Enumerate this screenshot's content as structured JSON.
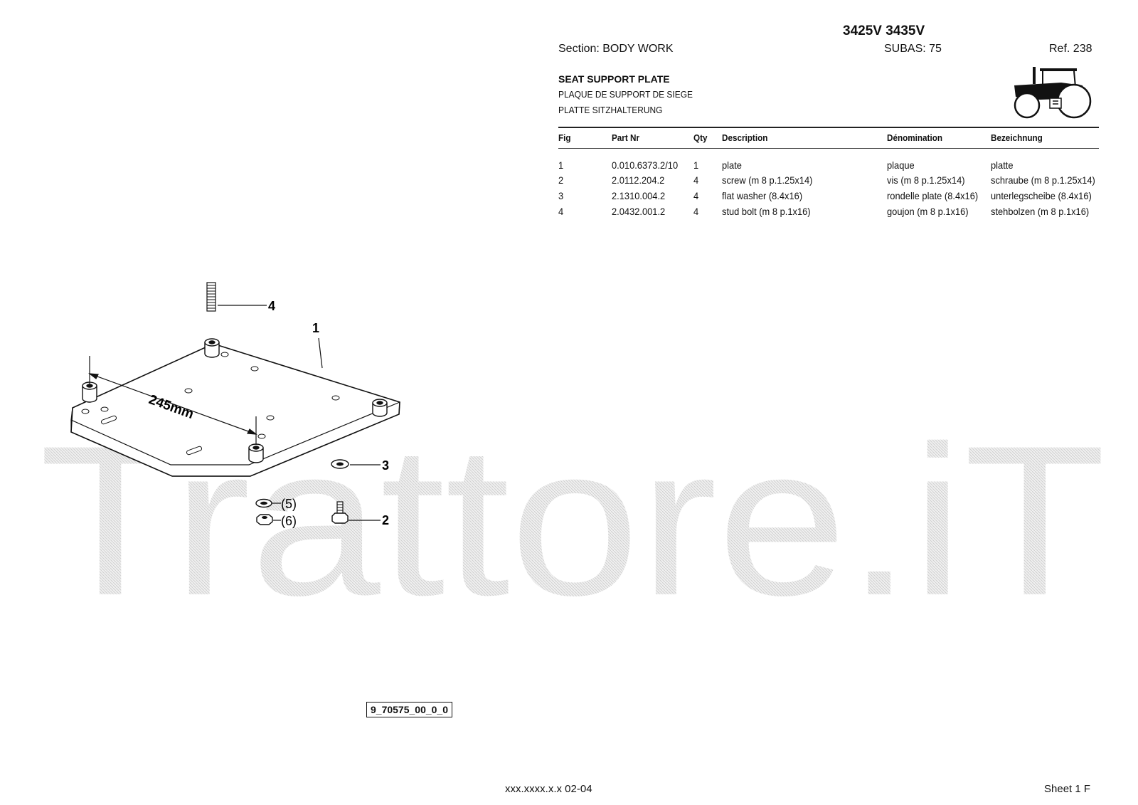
{
  "watermark": {
    "text": "Trattore.iT",
    "color": "#d8d8d8"
  },
  "header": {
    "models": "3425V 3435V",
    "section": "Section: BODY  WORK",
    "subas": "SUBAS: 75",
    "ref": "Ref. 238"
  },
  "title": {
    "en": "SEAT SUPPORT PLATE",
    "fr": "PLAQUE DE SUPPORT DE SIEGE",
    "de": "PLATTE SITZHALTERUNG"
  },
  "tractor_icon": "tractor-icon",
  "table": {
    "columns": {
      "fig": "Fig",
      "part": "Part Nr",
      "qty": "Qty",
      "desc": "Description",
      "fr": "Dénomination",
      "de": "Bezeichnung"
    },
    "rows": [
      {
        "fig": "1",
        "part": "0.010.6373.2/10",
        "qty": "1",
        "desc": "plate",
        "fr": "plaque",
        "de": "platte"
      },
      {
        "fig": "2",
        "part": "2.0112.204.2",
        "qty": "4",
        "desc": "screw (m 8 p.1.25x14)",
        "fr": "vis (m 8 p.1.25x14)",
        "de": "schraube (m 8 p.1.25x14)"
      },
      {
        "fig": "3",
        "part": "2.1310.004.2",
        "qty": "4",
        "desc": "flat washer (8.4x16)",
        "fr": "rondelle plate (8.4x16)",
        "de": "unterlegscheibe (8.4x16)"
      },
      {
        "fig": "4",
        "part": "2.0432.001.2",
        "qty": "4",
        "desc": "stud bolt (m 8 p.1x16)",
        "fr": "goujon (m 8 p.1x16)",
        "de": "stehbolzen (m 8 p.1x16)"
      }
    ]
  },
  "drawing": {
    "callouts": {
      "c1": "1",
      "c2": "2",
      "c3": "3",
      "c4": "4",
      "c5": "(5)",
      "c6": "(6)"
    },
    "dimension": "245mm",
    "drawing_id": "9_70575_00_0_0"
  },
  "footer": {
    "code": "xxx.xxxx.x.x  02-04",
    "sheet": "Sheet 1 F"
  }
}
